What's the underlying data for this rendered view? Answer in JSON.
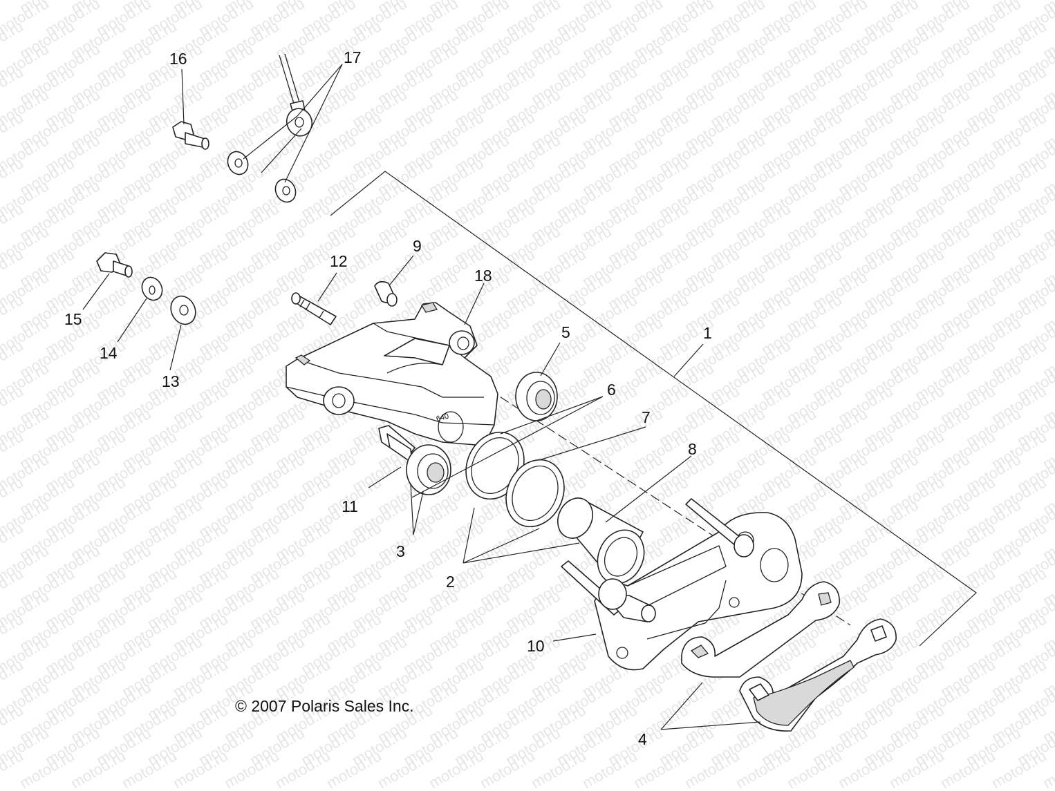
{
  "watermark": {
    "text": "motod.ru"
  },
  "callouts": {
    "c1": "1",
    "c2": "2",
    "c3": "3",
    "c4": "4",
    "c5": "5",
    "c6": "6",
    "c7": "7",
    "c8": "8",
    "c9": "9",
    "c10": "10",
    "c11": "11",
    "c12": "12",
    "c13": "13",
    "c14": "14",
    "c15": "15",
    "c16": "16",
    "c17": "17",
    "c18": "18"
  },
  "caliper_stamp": "640",
  "copyright": "© 2007 Polaris Sales Inc."
}
